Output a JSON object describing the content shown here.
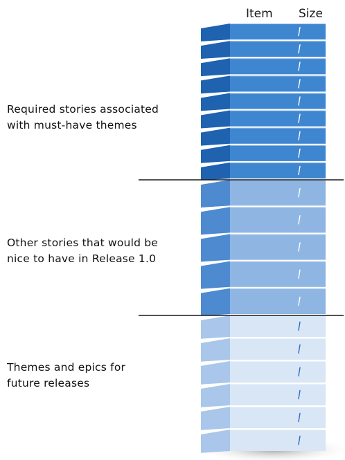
{
  "headers": {
    "item": "Item",
    "size": "Size"
  },
  "groups": [
    {
      "line1": "Required stories associated",
      "line2": "with must-have themes",
      "item_count": 9,
      "priority": "high"
    },
    {
      "line1": "Other stories that would be",
      "line2": "nice to have in Release 1.0",
      "item_count": 5,
      "priority": "medium"
    },
    {
      "line1": "Themes and epics for",
      "line2": "future releases",
      "item_count": 6,
      "priority": "low"
    }
  ],
  "colors": {
    "high_front": "#3f86d0",
    "high_side": "#1e62b0",
    "medium_front": "#8fb6e3",
    "medium_side": "#4d8ad0",
    "low_front": "#d8e6f6",
    "low_side": "#aac6ea",
    "size_mark": "#ffffff",
    "size_mark_low": "#2b6cc0",
    "divider": "#1a1a1a",
    "shadow": "#bfbfbf"
  }
}
